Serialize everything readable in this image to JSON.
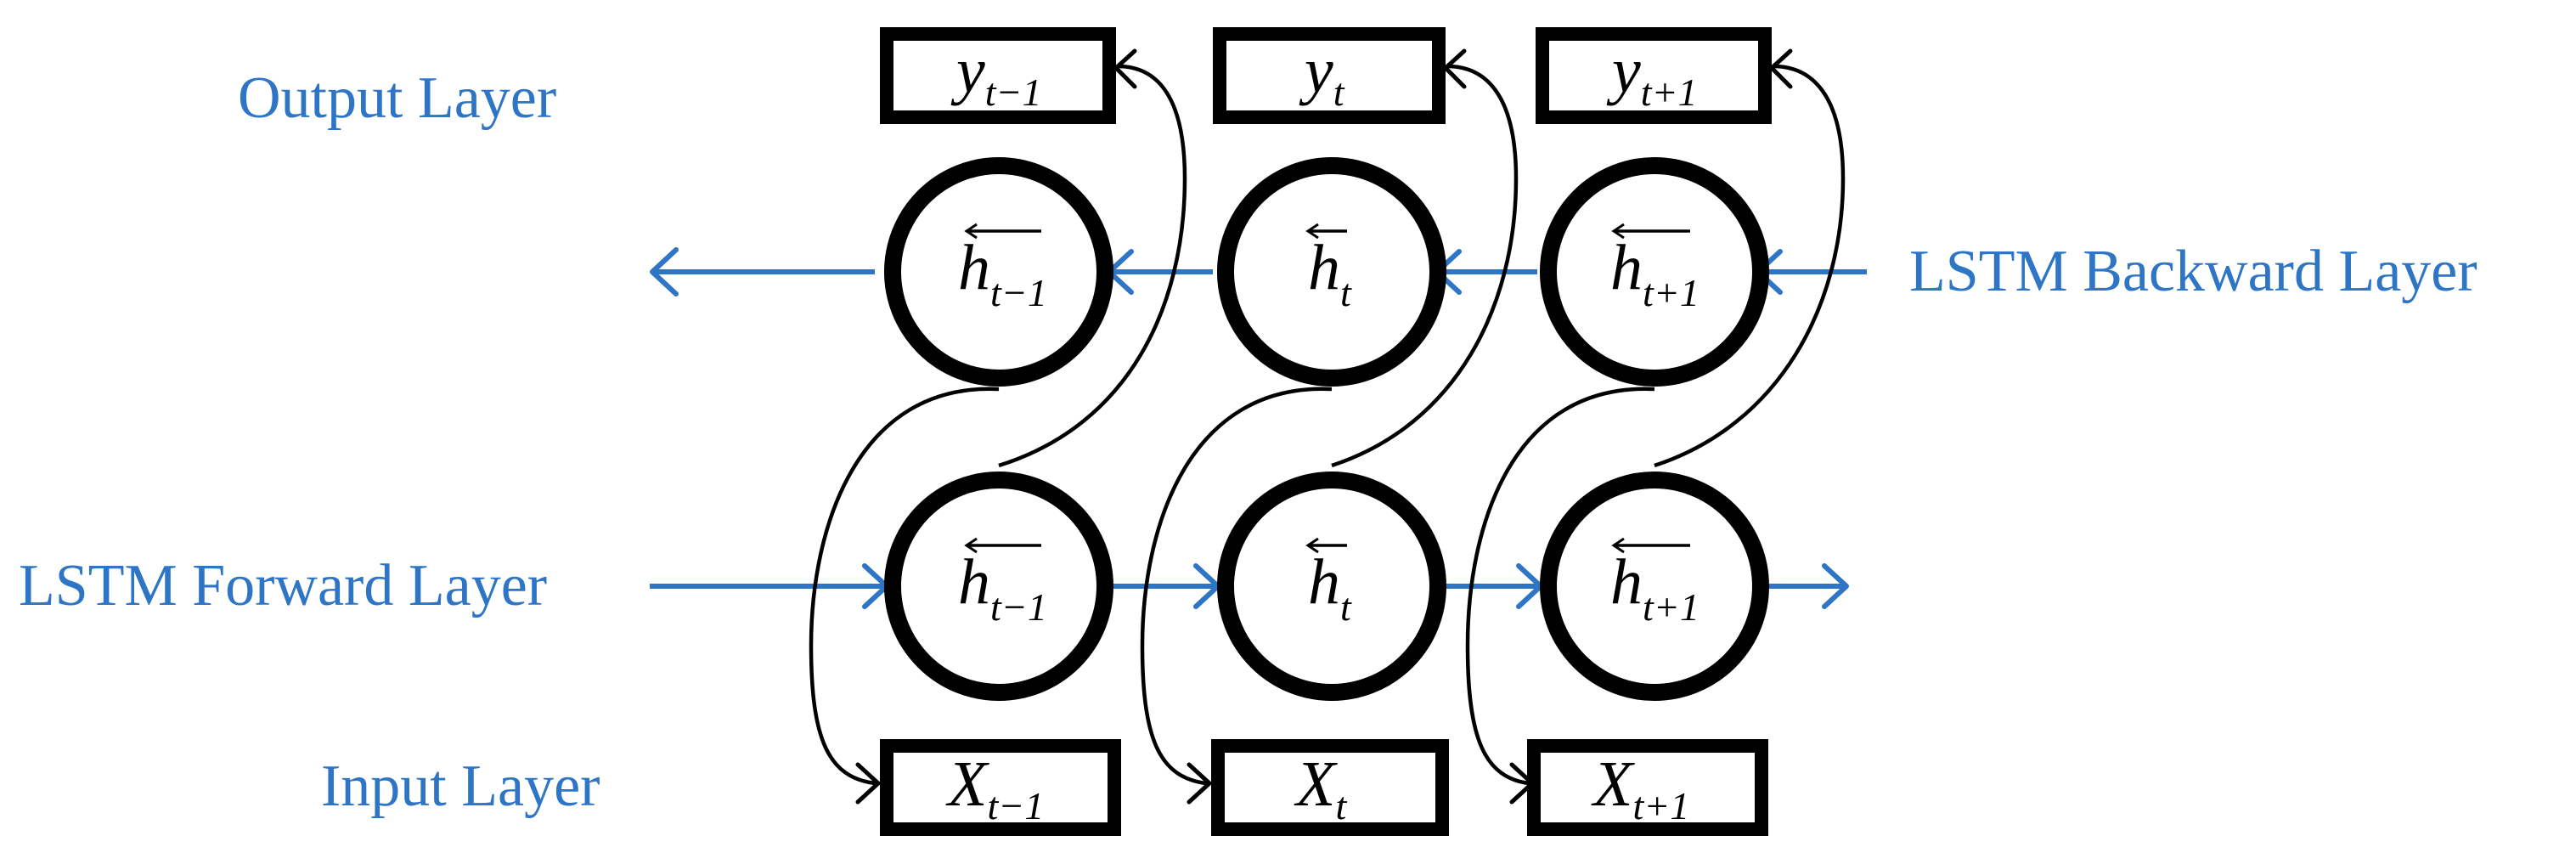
{
  "labels": {
    "output_layer": "Output Layer",
    "backward_layer": "LSTM Backward Layer",
    "forward_layer": "LSTM Forward Layer",
    "input_layer": "Input Layer"
  },
  "output_nodes": [
    {
      "symbol": "y",
      "subscript": "t−1"
    },
    {
      "symbol": "y",
      "subscript": "t"
    },
    {
      "symbol": "y",
      "subscript": "t+1"
    }
  ],
  "backward_nodes": [
    {
      "symbol": "h",
      "subscript": "t−1"
    },
    {
      "symbol": "h",
      "subscript": "t"
    },
    {
      "symbol": "h",
      "subscript": "t+1"
    }
  ],
  "forward_nodes": [
    {
      "symbol": "h",
      "subscript": "t−1"
    },
    {
      "symbol": "h",
      "subscript": "t"
    },
    {
      "symbol": "h",
      "subscript": "t+1"
    }
  ],
  "input_nodes": [
    {
      "symbol": "X",
      "subscript": "t−1"
    },
    {
      "symbol": "X",
      "subscript": "t"
    },
    {
      "symbol": "X",
      "subscript": "t+1"
    }
  ],
  "colors": {
    "label_blue": "#2e75c6",
    "node_stroke": "#000000"
  }
}
